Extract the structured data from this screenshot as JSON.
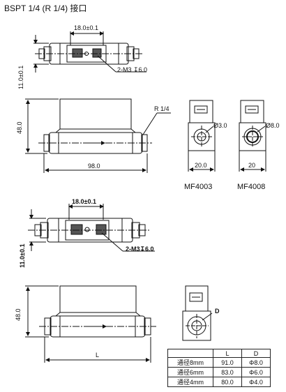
{
  "title": "BSPT 1/4 (R 1/4) 接口",
  "top_view": {
    "pitch": "18.0±0.1",
    "height": "11.0±0.1",
    "screw": "2-M3 ↧6.0"
  },
  "side_view": {
    "height": "48.0",
    "length": "98.0",
    "thread": "R 1/4"
  },
  "end_views": {
    "mf4003": {
      "diameter": "Ø3.0",
      "width": "20.0",
      "model": "MF4003"
    },
    "mf4008": {
      "diameter": "Ø8.0",
      "width": "20",
      "model": "MF4008"
    }
  },
  "top_view_2": {
    "pitch": "18.0±0.1",
    "height": "11.0±0.1",
    "screw": "2-M3↧6.0"
  },
  "side_view_2": {
    "height": "48.0",
    "length": "L"
  },
  "end_view_2": {
    "diameter": "D"
  },
  "spec_table": {
    "headers": [
      "",
      "L",
      "D"
    ],
    "rows": [
      [
        "通径8mm",
        "91.0",
        "Φ8.0"
      ],
      [
        "通径6mm",
        "83.0",
        "Φ6.0"
      ],
      [
        "通径4mm",
        "80.0",
        "Φ4.0"
      ]
    ]
  }
}
